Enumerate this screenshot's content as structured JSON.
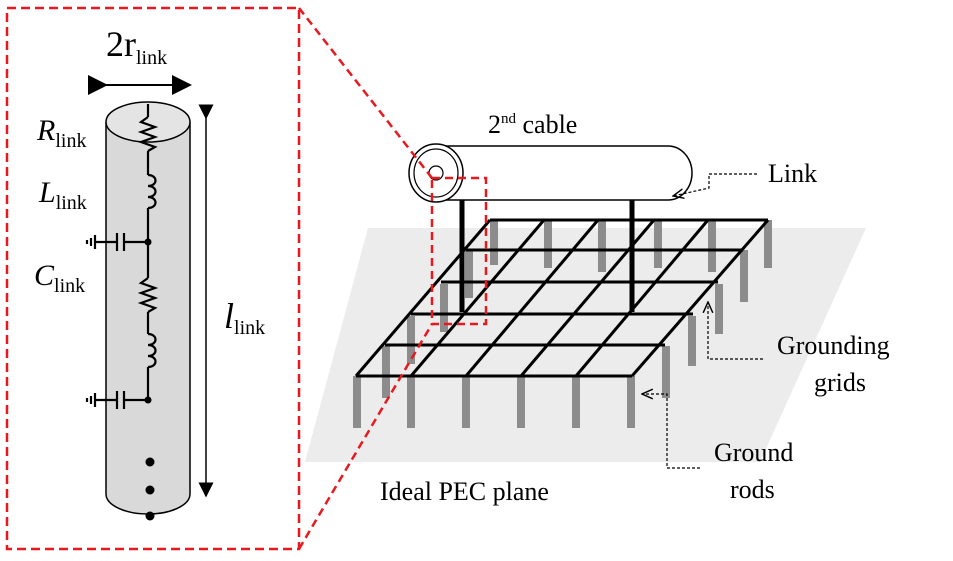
{
  "labels": {
    "diameter_main": "2r",
    "diameter_sub": "link",
    "r_main": "R",
    "r_sub": "link",
    "l_main": "L",
    "l_sub": "link",
    "c_main": "C",
    "c_sub": "link",
    "length_main": "l",
    "length_sub": "link",
    "cable_main": "2",
    "cable_sup": "nd",
    "cable_rest": " cable",
    "link": "Link",
    "grids_line1": "Grounding",
    "grids_line2": "grids",
    "rods_line1": "Ground",
    "rods_line2": "rods",
    "plane": "Ideal PEC plane"
  },
  "colors": {
    "highlight": "#e8191e",
    "cylinder_fill": "#d9d9d9",
    "plane_fill": "#ececec",
    "rod": "#8c8c8c",
    "grid": "#000000"
  }
}
